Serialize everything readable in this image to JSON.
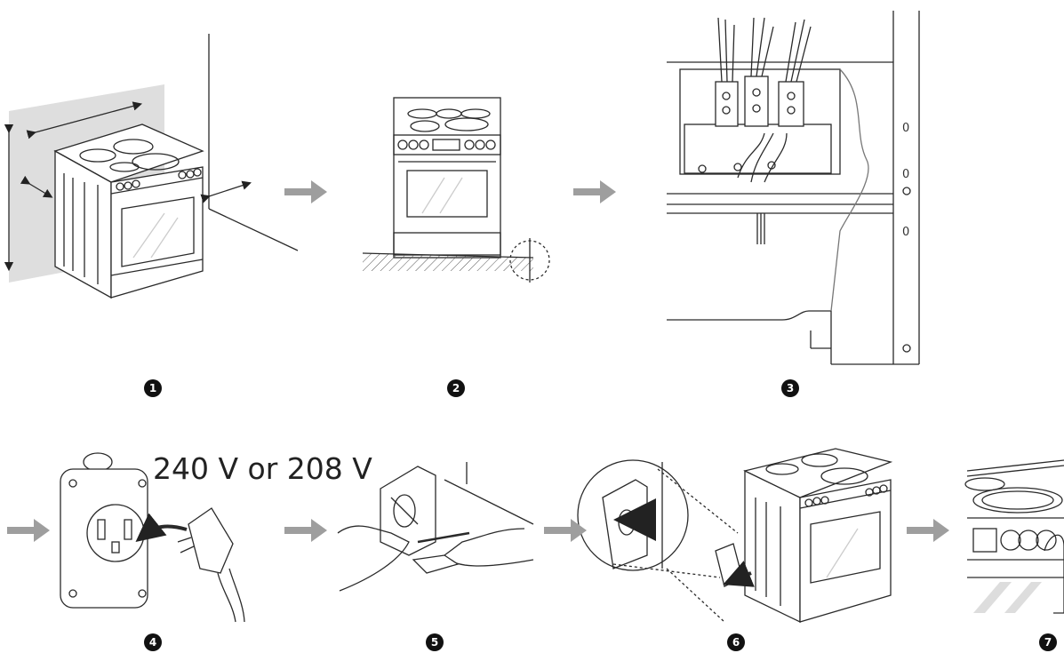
{
  "voltage_label": "240 V or 208 V",
  "steps": [
    "1",
    "2",
    "3",
    "4",
    "5",
    "6",
    "7"
  ],
  "colors": {
    "line": "#2a2a2a",
    "arrow": "#9e9e9e",
    "wall": "#dedede",
    "badge": "#111111"
  }
}
